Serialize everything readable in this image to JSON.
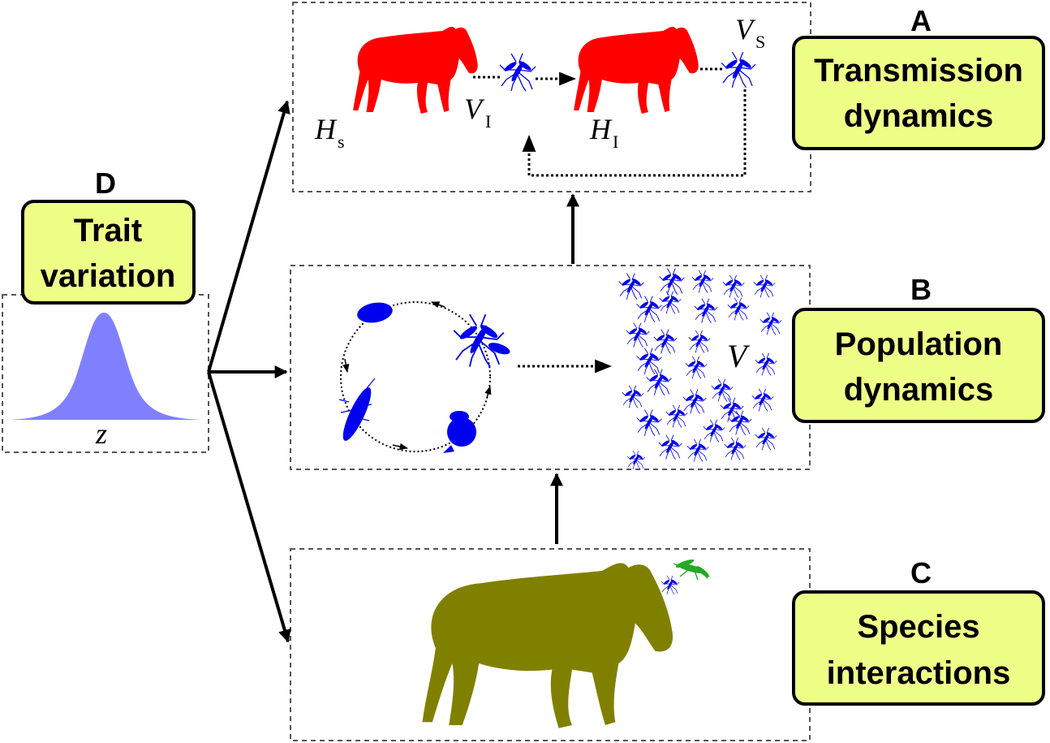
{
  "panels": {
    "A": {
      "letter": "A",
      "line1": "Transmission",
      "line2": "dynamics"
    },
    "B": {
      "letter": "B",
      "line1": "Population",
      "line2": "dynamics"
    },
    "C": {
      "letter": "C",
      "line1": "Species",
      "line2": "interactions"
    },
    "D": {
      "letter": "D",
      "line1": "Trait",
      "line2": "variation"
    }
  },
  "symbols": {
    "hs_main": "H",
    "hs_sub": "s",
    "vi_main": "V",
    "vi_sub": "I",
    "hi_main": "H",
    "hi_sub": "I",
    "vs_main": "V",
    "vs_sub": "S",
    "v": "V",
    "z": "z"
  },
  "colors": {
    "transmission_hosts": "#ff0000",
    "vectors": "#0000ee",
    "host_species": "#808000",
    "other_insect": "#22aa22",
    "trait_curve": "#8080ff",
    "label_box": "#eeff88"
  }
}
